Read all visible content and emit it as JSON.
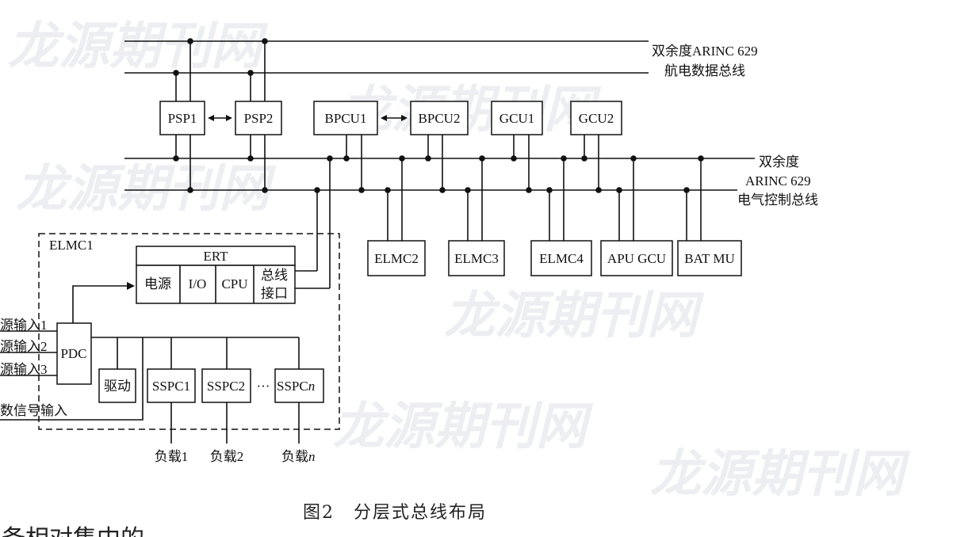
{
  "bus_labels": {
    "avionics_line1": "双余度ARINC 629",
    "avionics_line2": "航电数据总线",
    "electrical_line1": "双余度",
    "electrical_line2": "ARINC 629",
    "electrical_line3": "电气控制总线"
  },
  "top_units": [
    "PSP1",
    "PSP2",
    "BPCU1",
    "BPCU2",
    "GCU1",
    "GCU2"
  ],
  "lower_units": [
    "ELMC2",
    "ELMC3",
    "ELMC4",
    "APU GCU",
    "BAT MU"
  ],
  "elmc1": {
    "title": "ELMC1",
    "ert_title": "ERT",
    "ert_cells": [
      "电源",
      "I/O",
      "CPU",
      "总线",
      "接口"
    ],
    "pdc": "PDC",
    "drive": "驱动",
    "sspc": [
      "SSPC1",
      "SSPC2",
      "SSPC",
      "n"
    ],
    "ellipsis": "···",
    "inputs": [
      "源输入1",
      "源输入2",
      "源输入3",
      "数信号输入"
    ],
    "loads": [
      "负载1",
      "负载2",
      "负载",
      "n"
    ]
  },
  "caption": "图2　分层式总线布局",
  "body_fragment": "备相对集中的",
  "watermark": "龙源期刊网"
}
